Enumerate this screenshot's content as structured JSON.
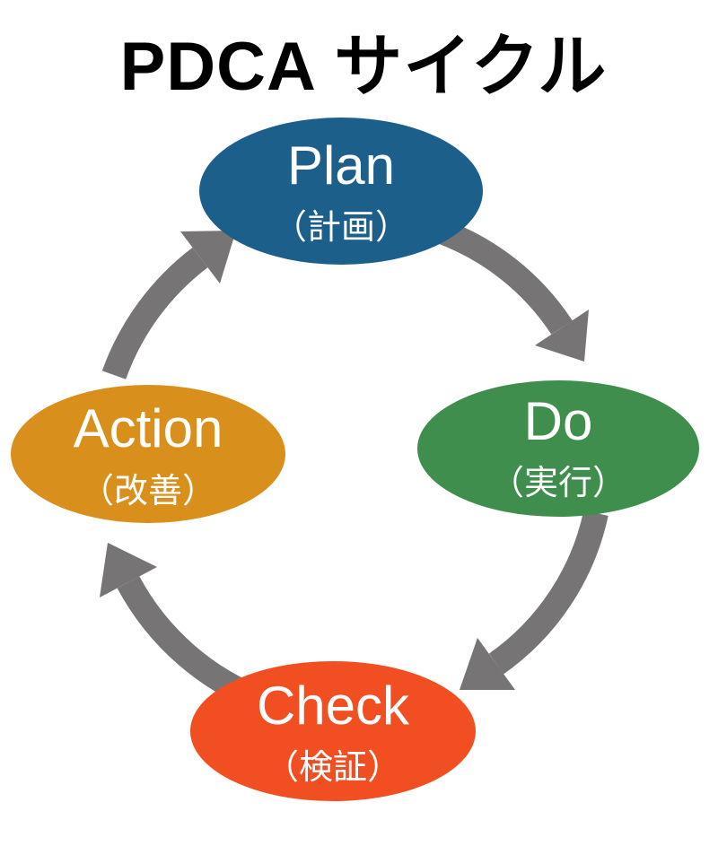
{
  "title": "PDCA サイクル",
  "title_color": "#000000",
  "text_color": "#ffffff",
  "diagram": {
    "type": "cycle",
    "direction": "clockwise",
    "arrow_color": "#767474",
    "nodes": [
      {
        "id": "plan",
        "label": "Plan",
        "sublabel": "（計画）",
        "color": "#1d5f8b",
        "position": "top"
      },
      {
        "id": "do",
        "label": "Do",
        "sublabel": "（実行）",
        "color": "#3f8e4d",
        "position": "right"
      },
      {
        "id": "check",
        "label": "Check",
        "sublabel": "（検証）",
        "color": "#f14e22",
        "position": "bottom"
      },
      {
        "id": "action",
        "label": "Action",
        "sublabel": "（改善）",
        "color": "#d98f1b",
        "position": "left"
      }
    ],
    "edges": [
      {
        "from": "plan",
        "to": "do"
      },
      {
        "from": "do",
        "to": "check"
      },
      {
        "from": "check",
        "to": "action"
      },
      {
        "from": "action",
        "to": "plan"
      }
    ]
  }
}
